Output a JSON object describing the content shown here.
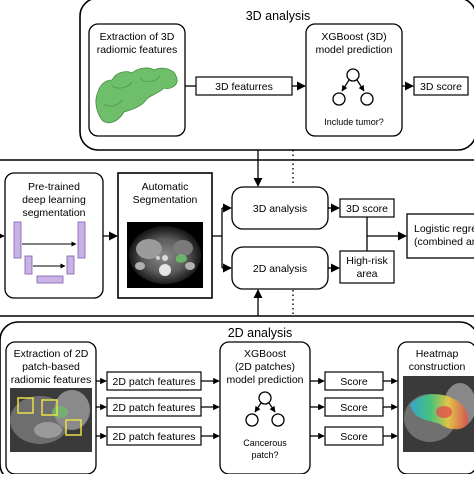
{
  "sections": {
    "analysis3d_title": "3D analysis",
    "analysis2d_title": "2D analysis"
  },
  "top": {
    "extraction_line1": "Extraction of 3D",
    "extraction_line2": "radiomic features",
    "features_label": "3D featurres",
    "xgb_line1": "XGBoost (3D)",
    "xgb_line2": "model prediction",
    "decision_label": "Include tumor?",
    "score_label": "3D score"
  },
  "middle": {
    "pretrained_line1": "Pre-trained",
    "pretrained_line2": "deep learning",
    "pretrained_line3": "segmentation",
    "autoseg_line1": "Automatic",
    "autoseg_line2": "Segmentation",
    "analysis3d_label": "3D analysis",
    "analysis2d_label": "2D analysis",
    "score3d_label": "3D score",
    "highrisk_line1": "High-risk",
    "highrisk_line2": "area",
    "logistic_line1": "Logistic regre",
    "logistic_line2": "(combined an"
  },
  "bottom": {
    "extraction_line1": "Extraction of 2D",
    "extraction_line2": "patch-based",
    "extraction_line3": "radiomic features",
    "patch_features": [
      "2D patch features",
      "2D patch features",
      "2D patch features"
    ],
    "xgb_line1": "XGBoost",
    "xgb_line2": "(2D patches)",
    "xgb_line3": "model prediction",
    "decision_line1": "Cancerous",
    "decision_line2": "patch?",
    "scores": [
      "Score",
      "Score",
      "Score"
    ],
    "heatmap_line1": "Heatmap",
    "heatmap_line2": "construction"
  },
  "colors": {
    "tumor_green": "#6fbf6a",
    "unet_purple": "#c9b2e6",
    "unet_purple_stroke": "#8a6bb0",
    "patch_yellow": "#e8e04a"
  }
}
